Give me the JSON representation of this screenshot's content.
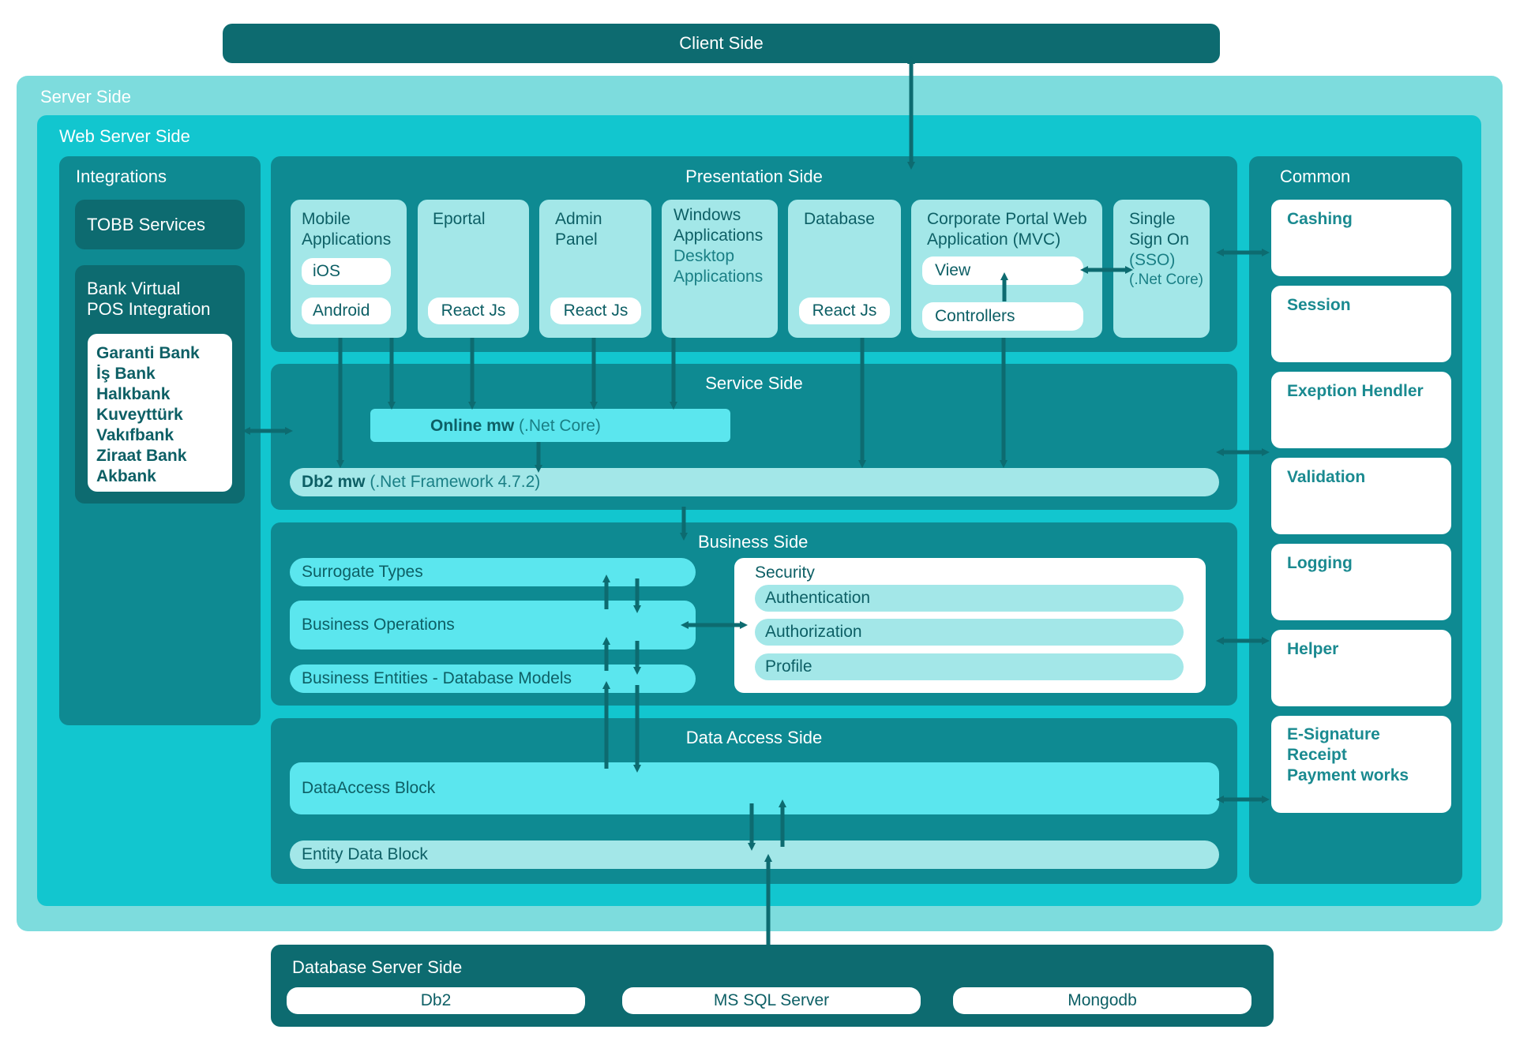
{
  "client_side": "Client Side",
  "server_side": "Server Side",
  "web_server_side": "Web Server Side",
  "integrations": {
    "title": "Integrations",
    "tobb": "TOBB Services",
    "bank_pos_title_1": "Bank Virtual",
    "bank_pos_title_2": "POS Integration",
    "banks": [
      "Garanti Bank",
      "İş Bank",
      "Halkbank",
      "Kuveyttürk",
      "Vakıfbank",
      "Ziraat Bank",
      "Akbank"
    ]
  },
  "presentation": {
    "title": "Presentation Side",
    "mobile": {
      "title_1": "Mobile",
      "title_2": "Applications",
      "ios": "iOS",
      "android": "Android"
    },
    "eportal": {
      "title": "Eportal",
      "tech": "React Js"
    },
    "admin": {
      "title_1": "Admin",
      "title_2": "Panel",
      "tech": "React Js"
    },
    "windows": {
      "title_1": "Windows",
      "title_2": "Applications",
      "sub_1": "Desktop",
      "sub_2": "Applications"
    },
    "database": {
      "title": "Database",
      "tech": "React Js"
    },
    "corporate": {
      "title_1": "Corporate Portal Web",
      "title_2": "Application (MVC)",
      "view": "View",
      "controllers": "Controllers"
    },
    "sso": {
      "title_1": "Single",
      "title_2": "Sign On",
      "sub_1": "(SSO)",
      "sub_2": "(.Net Core)"
    }
  },
  "service": {
    "title": "Service Side",
    "online_mw": "Online mw",
    "online_mw_note": "(.Net Core)",
    "db2_mw": "Db2 mw",
    "db2_mw_note": "(.Net Framework 4.7.2)"
  },
  "business": {
    "title": "Business Side",
    "surrogate": "Surrogate Types",
    "operations": "Business Operations",
    "entities": "Business Entities - Database Models",
    "security": {
      "title": "Security",
      "items": [
        "Authentication",
        "Authorization",
        "Profile"
      ]
    }
  },
  "data_access": {
    "title": "Data Access Side",
    "block": "DataAccess Block",
    "entity": "Entity Data Block"
  },
  "common": {
    "title": "Common",
    "items": [
      "Cashing",
      "Session",
      "Exeption Hendler",
      "Validation",
      "Logging",
      "Helper"
    ],
    "esig": [
      "E-Signature",
      "Receipt",
      "Payment works"
    ]
  },
  "database_server": {
    "title": "Database Server Side",
    "items": [
      "Db2",
      "MS SQL Server",
      "Mongodb"
    ]
  },
  "colors": {
    "dark": "#0d6b70",
    "teal": "#0e8a92",
    "cyan": "#12c6cf",
    "pale": "#7ddcdd",
    "light": "#a3e7e8",
    "neon": "#5be6ee"
  }
}
